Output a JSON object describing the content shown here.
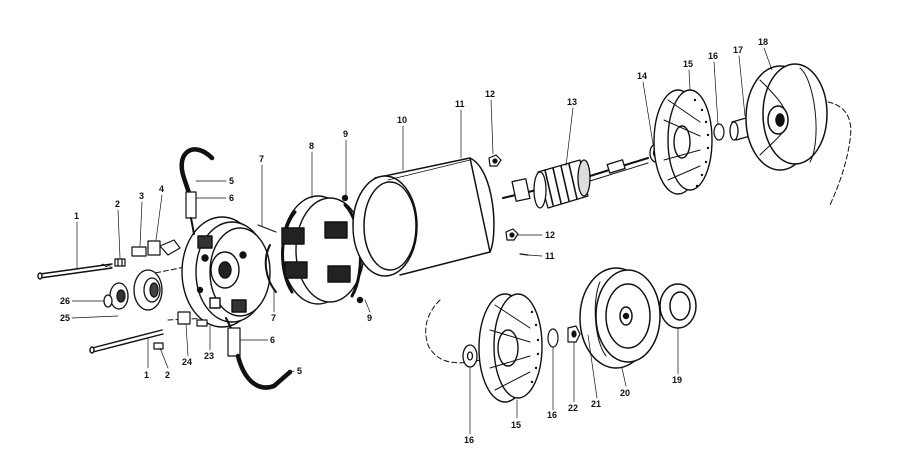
{
  "colors": {
    "ink": "#111111",
    "paper": "#ffffff",
    "shade": "#2a2a2a"
  },
  "labels": [
    "1",
    "2",
    "3",
    "4",
    "5",
    "6",
    "7",
    "8",
    "9",
    "10",
    "11",
    "12",
    "13",
    "14",
    "15",
    "16",
    "17",
    "18",
    "19",
    "20",
    "21",
    "22",
    "23",
    "24",
    "25"
  ]
}
